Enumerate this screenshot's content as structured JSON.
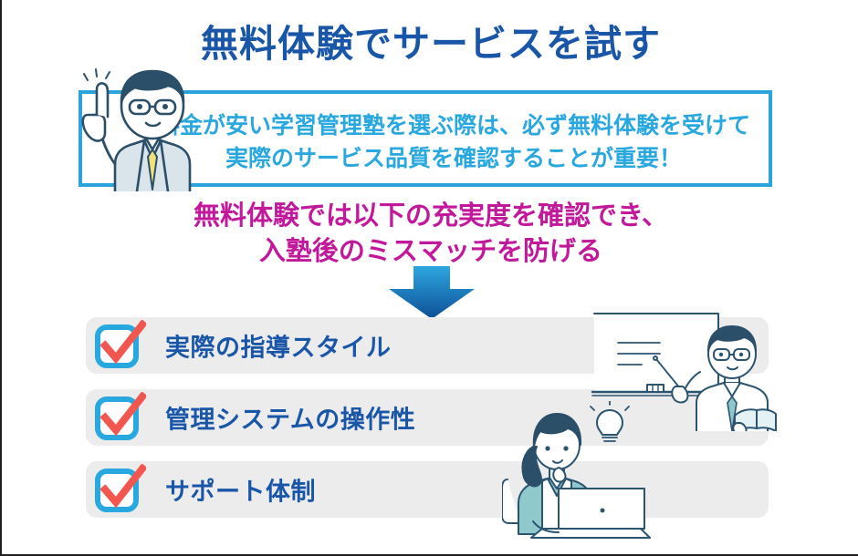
{
  "page": {
    "background_color": "#ffffff",
    "border_color": "#231f20"
  },
  "title": {
    "text": "無料体験でサービスを試す",
    "color": "#1a56a8"
  },
  "callout": {
    "line1": "料金が安い学習管理塾を選ぶ際は、必ず無料体験を受けて",
    "line2": "実際のサービス品質を確認することが重要！",
    "border_color": "#2ba4dd",
    "text_color": "#29a8e0"
  },
  "lead": {
    "line1": "無料体験では以下の充実度を確認でき、",
    "line2": "入塾後のミスマッチを防げる",
    "color": "#c2189b"
  },
  "arrow": {
    "direction": "down",
    "color_top": "#2ea7e0",
    "color_bottom": "#0d4f96"
  },
  "checklist": {
    "checkbox_border_color": "#29a8e0",
    "checkmark_color": "#f2574f",
    "row_background": "#ececec",
    "label_color": "#1a56a8",
    "items": [
      {
        "label": "実際の指導スタイル"
      },
      {
        "label": "管理システムの操作性"
      },
      {
        "label": "サポート体制"
      }
    ]
  },
  "illustrations": {
    "pointing_man": {
      "name": "man-pointing-up",
      "hair_color": "#2b4f68",
      "suit_color": "#d8e3ea",
      "tie_color": "#f2e07a",
      "line_color": "#2b4f68"
    },
    "teacher": {
      "name": "teacher-at-whiteboard",
      "hair_color": "#2b4f68",
      "tie_color": "#7fc3c6",
      "line_color": "#2b5470",
      "whiteboard_lines": 3
    },
    "laptop_woman": {
      "name": "woman-at-laptop-with-idea",
      "hair_color": "#2b4f68",
      "jacket_color": "#8fc9cc",
      "line_color": "#2b5470",
      "idea_icon": "lightbulb-icon"
    }
  }
}
